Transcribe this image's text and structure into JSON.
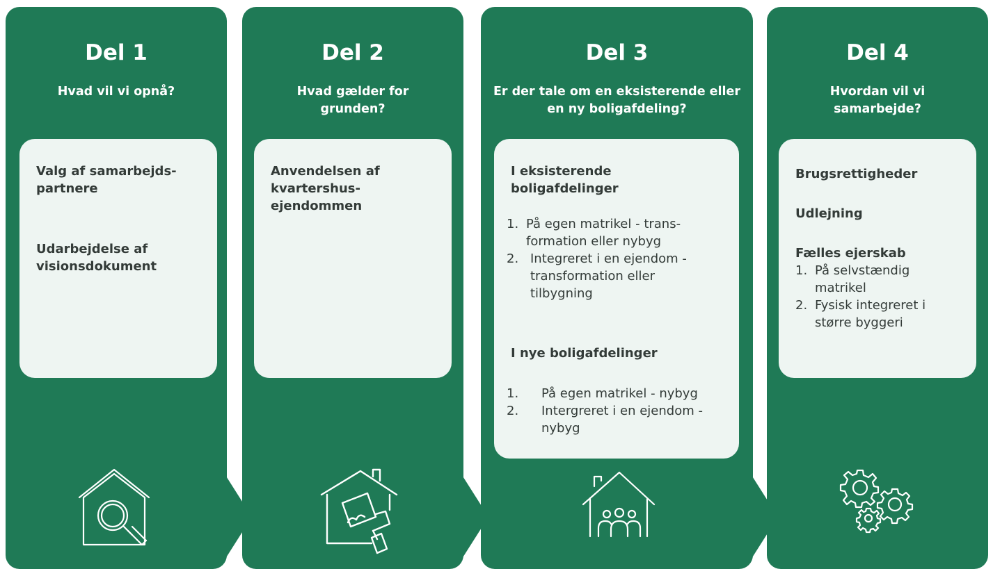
{
  "colors": {
    "panel": "#1f7a56",
    "card": "#eef5f2",
    "text": "#333b38"
  },
  "columns": [
    {
      "title": "Del 1",
      "question": "Hvad vil vi opnå?",
      "items": [
        "Valg af samarbejds-partnere",
        "Udarbejdelse af visionsdokument"
      ],
      "icon": "house-search-icon"
    },
    {
      "title": "Del 2",
      "question": "Hvad gælder for grunden?",
      "items": [
        "Anvendelsen af kvartershus-ejendommen"
      ],
      "icon": "house-paint-roller-icon"
    },
    {
      "title": "Del 3",
      "question": "Er der tale om en eksisterende eller en ny boligafdeling?",
      "sections": [
        {
          "heading": "I eksisterende boligafdelinger",
          "list": [
            {
              "num": "1.",
              "text": "På egen matrikel - trans-formation eller nybyg"
            },
            {
              "num": "2.",
              "text": "Integreret i en ejendom - transformation eller tilbygning"
            }
          ]
        },
        {
          "heading": "I nye boligafdelinger",
          "list": [
            {
              "num": "1.",
              "text": "På egen matrikel - nybyg"
            },
            {
              "num": "2.",
              "text": "Intergreret i en ejendom - nybyg"
            }
          ]
        }
      ],
      "icon": "house-people-icon"
    },
    {
      "title": "Del 4",
      "question": "Hvordan vil vi samarbejde?",
      "items": [
        "Brugsrettigheder",
        "Udlejning"
      ],
      "section": {
        "heading": "Fælles ejerskab",
        "list": [
          {
            "num": "1.",
            "text": "På selvstændig matrikel"
          },
          {
            "num": "2.",
            "text": "Fysisk integreret i større byggeri"
          }
        ]
      },
      "icon": "gears-icon"
    }
  ]
}
